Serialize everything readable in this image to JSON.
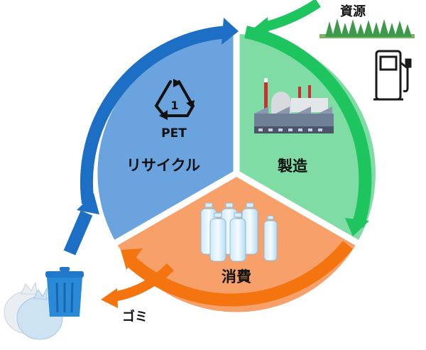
{
  "cycle": {
    "recycle": {
      "label": "リサイクル",
      "code_number": "1",
      "code_text": "PET",
      "icon": "pet-recycle-symbol-icon"
    },
    "manufacturing": {
      "label": "製造",
      "icon": "factory-icon"
    },
    "consumption": {
      "label": "消費",
      "icon": "plastic-bottles-icon"
    }
  },
  "inputs": {
    "resources": {
      "label": "資源",
      "icons": [
        "forest-icon",
        "fuel-pump-icon"
      ]
    }
  },
  "outputs": {
    "waste": {
      "label": "ゴミ",
      "icons": [
        "trash-can-icon",
        "garbage-bags-icon"
      ]
    }
  },
  "colors": {
    "recycle_fill": "#6aa3dd",
    "recycle_arrow": "#1c6fc4",
    "manufacturing_fill": "#7fdca4",
    "manufacturing_arrow": "#1ec45e",
    "consumption_fill": "#f7a06a",
    "consumption_arrow": "#f4740f"
  }
}
